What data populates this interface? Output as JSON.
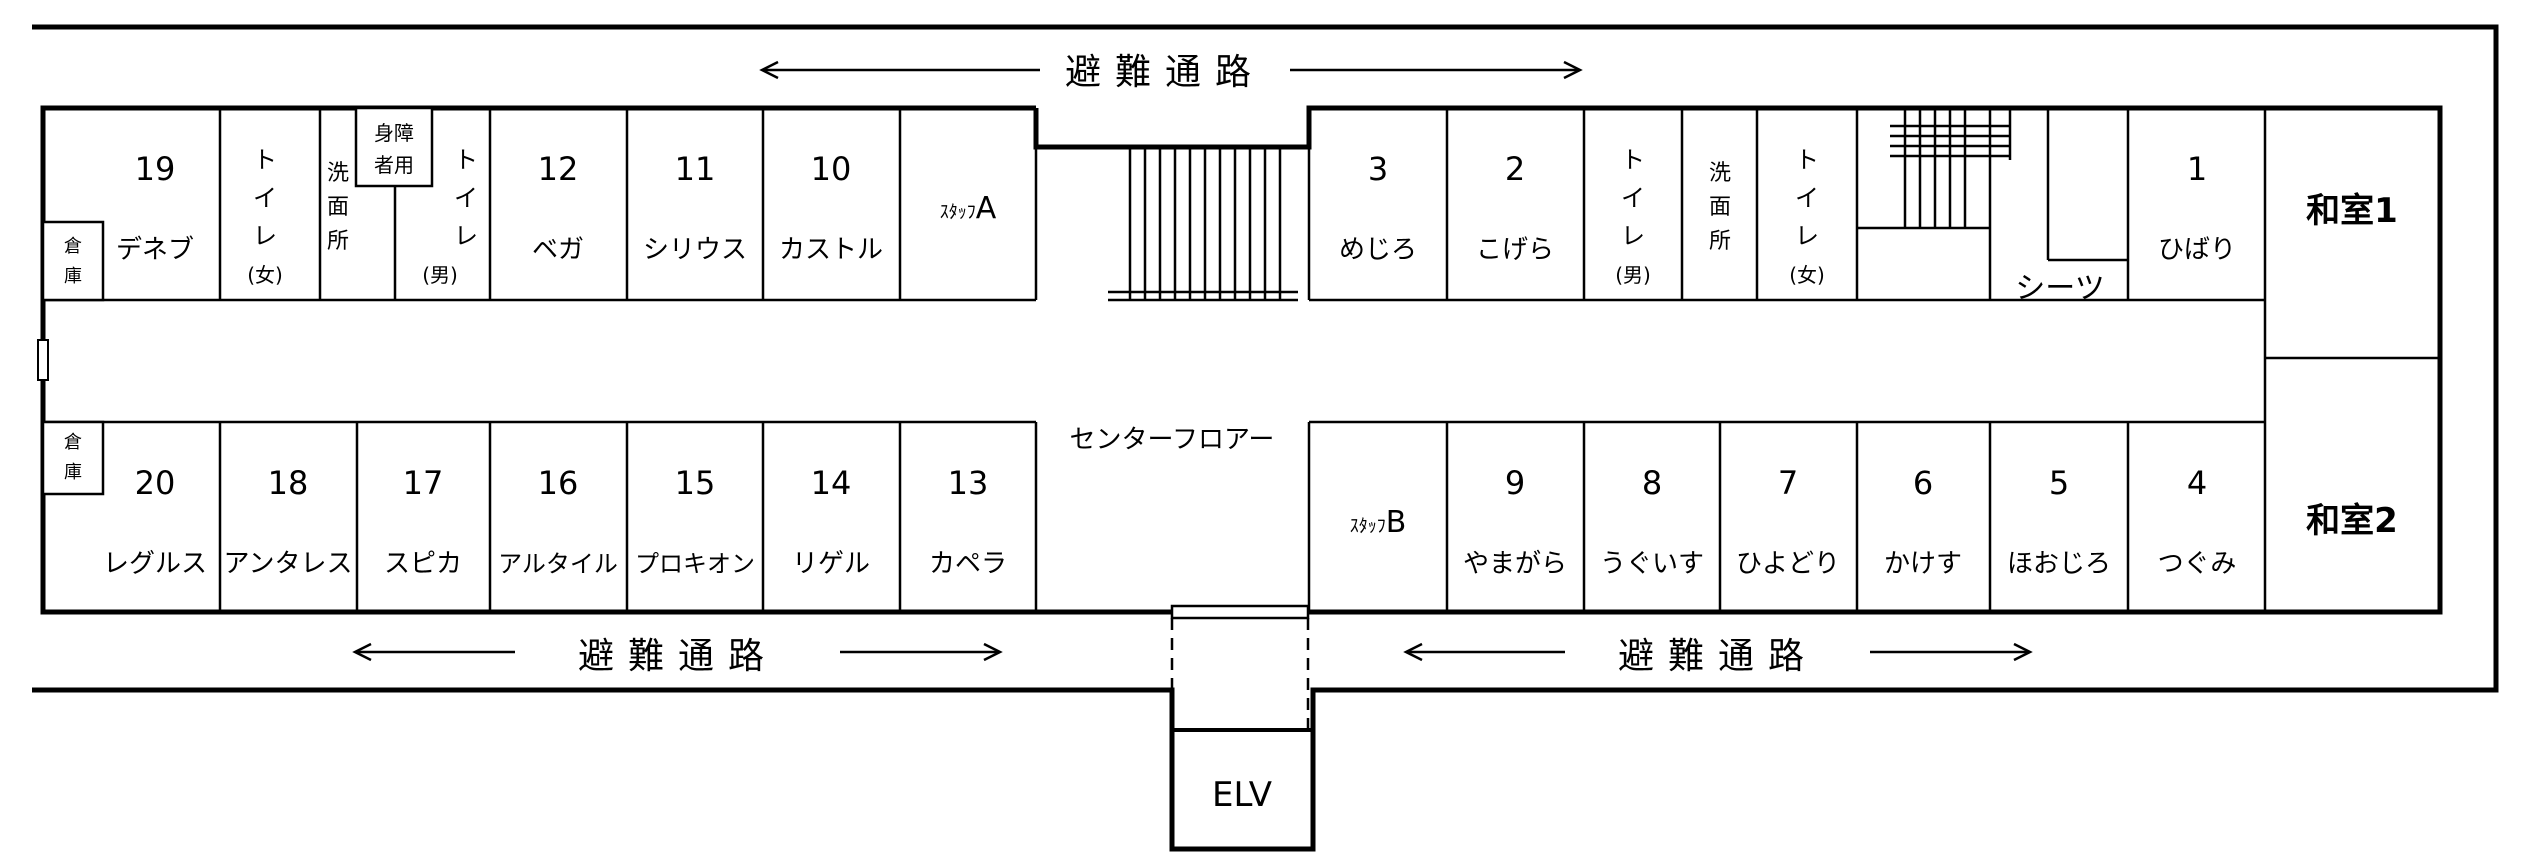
{
  "evacuation_route_label": "避難通路",
  "center_floor_label": "センターフロアー",
  "elevator_label": "ELV",
  "sheets_label": "シーツ",
  "rooms": [
    {
      "id": "room-19",
      "number": "19",
      "name": "デネブ"
    },
    {
      "id": "room-12",
      "number": "12",
      "name": "ベガ"
    },
    {
      "id": "room-11",
      "number": "11",
      "name": "シリウス"
    },
    {
      "id": "room-10",
      "number": "10",
      "name": "カストル"
    },
    {
      "id": "room-3",
      "number": "3",
      "name": "めじろ"
    },
    {
      "id": "room-2",
      "number": "2",
      "name": "こげら"
    },
    {
      "id": "room-1",
      "number": "1",
      "name": "ひばり"
    },
    {
      "id": "room-20",
      "number": "20",
      "name": "レグルス"
    },
    {
      "id": "room-18",
      "number": "18",
      "name": "アンタレス"
    },
    {
      "id": "room-17",
      "number": "17",
      "name": "スピカ"
    },
    {
      "id": "room-16",
      "number": "16",
      "name": "アルタイル"
    },
    {
      "id": "room-15",
      "number": "15",
      "name": "プロキオン"
    },
    {
      "id": "room-14",
      "number": "14",
      "name": "リゲル"
    },
    {
      "id": "room-13",
      "number": "13",
      "name": "カペラ"
    },
    {
      "id": "room-9",
      "number": "9",
      "name": "やまがら"
    },
    {
      "id": "room-8",
      "number": "8",
      "name": "うぐいす"
    },
    {
      "id": "room-7",
      "number": "7",
      "name": "ひよどり"
    },
    {
      "id": "room-6",
      "number": "6",
      "name": "かけす"
    },
    {
      "id": "room-5",
      "number": "5",
      "name": "ほおじろ"
    },
    {
      "id": "room-4",
      "number": "4",
      "name": "つぐみ"
    }
  ],
  "staff_rooms": [
    {
      "id": "staff-a",
      "prefix": "ｽﾀｯﾌ",
      "letter": "A"
    },
    {
      "id": "staff-b",
      "prefix": "ｽﾀｯﾌ",
      "letter": "B"
    }
  ],
  "toilets": [
    {
      "id": "toilet-women-west",
      "chars": [
        "ト",
        "イ",
        "レ"
      ],
      "gender": "(女)"
    },
    {
      "id": "toilet-men-west",
      "chars": [
        "ト",
        "イ",
        "レ"
      ],
      "gender": "(男)"
    },
    {
      "id": "toilet-men-east",
      "chars": [
        "ト",
        "イ",
        "レ"
      ],
      "gender": "(男)"
    },
    {
      "id": "toilet-women-east",
      "chars": [
        "ト",
        "イ",
        "レ"
      ],
      "gender": "(女)"
    }
  ],
  "washrooms": [
    {
      "id": "washroom-west",
      "chars": [
        "洗",
        "面",
        "所"
      ]
    },
    {
      "id": "washroom-east",
      "chars": [
        "洗",
        "面",
        "所"
      ]
    }
  ],
  "storage": {
    "chars": [
      "倉",
      "庫"
    ]
  },
  "accessible_toilet": {
    "line1": "身障",
    "line2": "者用"
  },
  "japanese_rooms": [
    {
      "id": "washitsu-1",
      "label": "和室1"
    },
    {
      "id": "washitsu-2",
      "label": "和室2"
    }
  ]
}
